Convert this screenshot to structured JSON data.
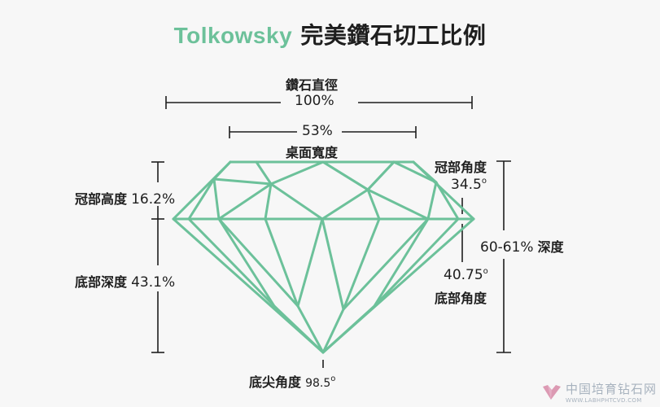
{
  "title": {
    "brand": "Tolkowsky",
    "text": "完美鑽石切工比例"
  },
  "diameter": {
    "label": "鑽石直徑",
    "value": "100%"
  },
  "table": {
    "value": "53%",
    "label": "桌面寬度"
  },
  "crown_height": {
    "label": "冠部高度",
    "value": "16.2%"
  },
  "pavilion_depth": {
    "label": "底部深度",
    "value": "43.1%"
  },
  "crown_angle": {
    "label": "冠部角度",
    "value": "34.5",
    "unit": "o"
  },
  "pavilion_angle": {
    "value": "40.75",
    "unit": "o",
    "label": "底部角度"
  },
  "total_depth": {
    "value": "60-61%",
    "label": "深度"
  },
  "culet_angle": {
    "label": "底尖角度",
    "value": "98.5",
    "unit": "o"
  },
  "watermark": {
    "text": "中国培育钻石网",
    "url": "WWW.LABHPHTCVD.COM"
  },
  "colors": {
    "diamond_stroke": "#6cc19a",
    "brand": "#6cc19a",
    "dimension_line": "#1e1e1e"
  }
}
